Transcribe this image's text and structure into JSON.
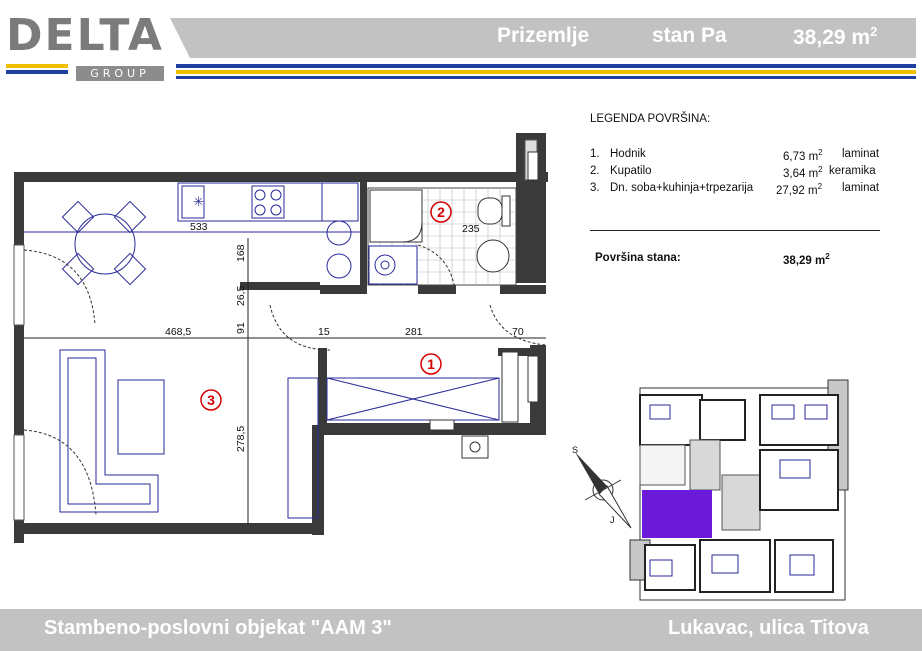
{
  "header": {
    "floor": "Prizemlje",
    "unit": "stan Pa",
    "area": "38,29 m",
    "area_sup": "2"
  },
  "logo": {
    "name": "DELTA",
    "group": "GROUP"
  },
  "legend": {
    "title": "LEGENDA POVRŠINA:",
    "items": [
      {
        "num": "1.",
        "name": "Hodnik",
        "area": "6,73 m",
        "sup": "2",
        "floor": "laminat"
      },
      {
        "num": "2.",
        "name": "Kupatilo",
        "area": "3,64 m",
        "sup": "2",
        "floor": "keramika"
      },
      {
        "num": "3.",
        "name": "Dn. soba+kuhinja+trpezarija",
        "area": "27,92 m",
        "sup": "2",
        "floor": "laminat"
      }
    ],
    "total_label": "Površina stana:",
    "total_value": "38,29 m",
    "total_sup": "2"
  },
  "dimensions": {
    "d533": "533",
    "d235": "235",
    "d168": "168",
    "d26_5": "26,5",
    "d91": "91",
    "d468_5": "468,5",
    "d15": "15",
    "d281": "281",
    "d70": "70",
    "d278_5": "278,5"
  },
  "rooms": {
    "r1": "1",
    "r2": "2",
    "r3": "3"
  },
  "compass": {
    "north": "S",
    "south": "J"
  },
  "footer": {
    "project": "Stambeno-poslovni objekat \"AAM 3\"",
    "location": "Lukavac, ulica Titova"
  },
  "colors": {
    "wall": "#3a3a3a",
    "furniture": "#2a2a9a",
    "room_number": "#d40000",
    "stripe_blue": "#1f3fa0",
    "stripe_yellow": "#f0c000",
    "band_gray": "#c2c2c2",
    "highlight": "#6a1ad8"
  }
}
